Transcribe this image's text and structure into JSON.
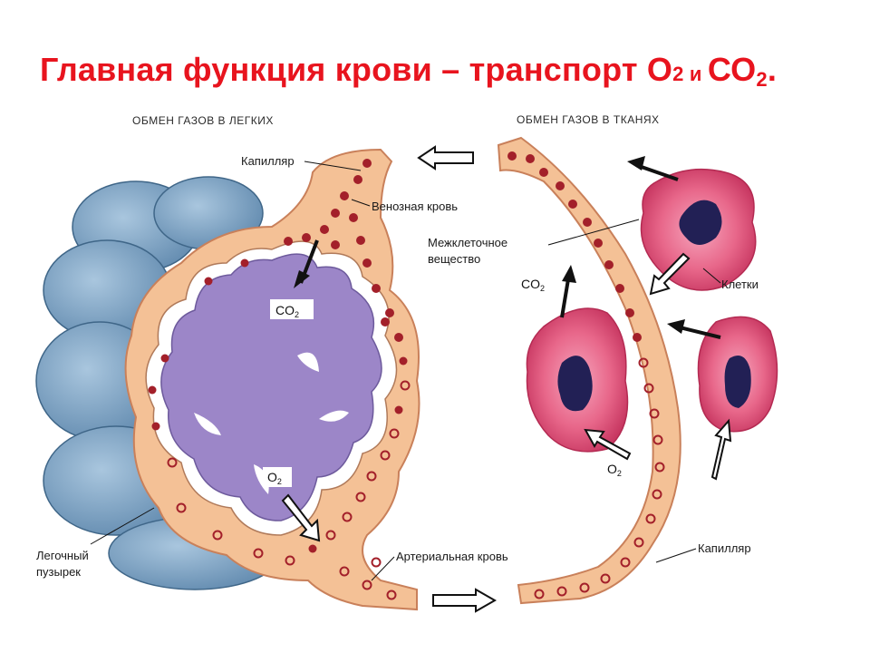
{
  "title": {
    "main": "Главная функция крови – транспорт О",
    "o2_sub": "2",
    "and": " и ",
    "co2": "СО",
    "co2_sub": "2",
    "end": "."
  },
  "headers": {
    "lungs": "ОБМЕН ГАЗОВ В ЛЕГКИХ",
    "tissues": "ОБМЕН ГАЗОВ В ТКАНЯХ"
  },
  "labels": {
    "capillary_top": "Капилляр",
    "venous_blood": "Венозная кровь",
    "intercellular_1": "Межклеточное",
    "intercellular_2": "вещество",
    "cells": "Клетки",
    "alveolus_1": "Легочный",
    "alveolus_2": "пузырек",
    "arterial_blood": "Артериальная кровь",
    "capillary_bottom": "Капилляр"
  },
  "gases": {
    "co2_main": "CO",
    "co2_sub": "2",
    "o2_main": "O",
    "o2_sub": "2"
  },
  "colors": {
    "title": "#e8141e",
    "vessel_wall": "#d99a70",
    "vessel_fill": "#f3c08e",
    "blood_cell": "#a3202a",
    "alveolus": "#9c86c8",
    "alveolus_edge": "#6d5a9c",
    "lung_blue": "#7ea3c4",
    "tissue_cell": "#e25a7b",
    "nucleus": "#222055"
  }
}
